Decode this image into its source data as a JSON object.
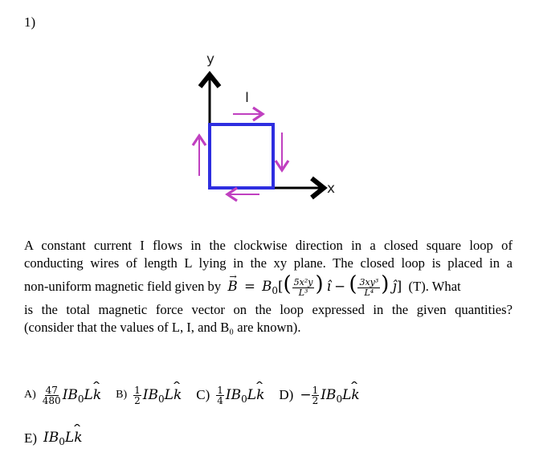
{
  "question": {
    "number": "1)",
    "diagram": {
      "x_axis_label": "x",
      "y_axis_label": "y",
      "current_label": "I",
      "loop_color": "#2e2ee0",
      "arrow_color": "#c040c0",
      "axis_color": "#000000",
      "direction": "clockwise"
    },
    "text": {
      "line1": "A constant current I flows in the clockwise direction in a closed square loop of",
      "line2": "conducting wires of length L lying in the xy plane. The closed loop is placed in a",
      "line3_prefix": "non-uniform magnetic field given by",
      "field_B": "B",
      "equals": "=",
      "B0": "B",
      "B0_sub": "0",
      "term1_num": "5x²y",
      "term1_den": "L³",
      "unit_i": "î",
      "minus": "−",
      "term2_num": "3xy³",
      "term2_den": "L⁴",
      "unit_j": "ĵ",
      "units": "(T). What",
      "line4": "is the total magnetic force vector on the loop expressed in the given quantities?",
      "line5": "(consider that the values of L, I, and B₀ are known)."
    },
    "answers": [
      {
        "letter": "A)",
        "coef_num": "47",
        "coef_den": "480",
        "sign": "",
        "expr_I": "IB",
        "sub": "0",
        "expr_L": "L",
        "unit": "k"
      },
      {
        "letter": "B)",
        "coef_num": "1",
        "coef_den": "2",
        "sign": "",
        "expr_I": "IB",
        "sub": "0",
        "expr_L": "L",
        "unit": "k"
      },
      {
        "letter": "C)",
        "coef_num": "1",
        "coef_den": "4",
        "sign": "",
        "expr_I": "IB",
        "sub": "0",
        "expr_L": "L",
        "unit": "k"
      },
      {
        "letter": "D)",
        "coef_num": "1",
        "coef_den": "2",
        "sign": "−",
        "expr_I": "IB",
        "sub": "0",
        "expr_L": "L",
        "unit": "k"
      },
      {
        "letter": "E)",
        "coef_num": "",
        "coef_den": "",
        "sign": "",
        "expr_I": "IB",
        "sub": "0",
        "expr_L": "L",
        "unit": "k"
      }
    ]
  }
}
